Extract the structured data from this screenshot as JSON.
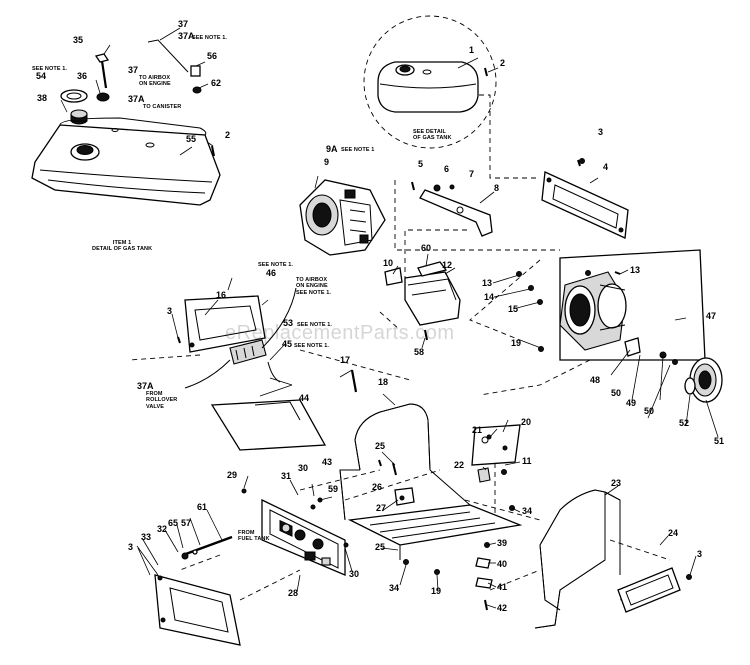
{
  "diagram": {
    "watermark": "eReplacementParts.com",
    "callouts": [
      {
        "id": "c1",
        "text": "1"
      },
      {
        "id": "c2a",
        "text": "2"
      },
      {
        "id": "c2b",
        "text": "2"
      },
      {
        "id": "c3a",
        "text": "3"
      },
      {
        "id": "c3b",
        "text": "3"
      },
      {
        "id": "c3c",
        "text": "3"
      },
      {
        "id": "c3d",
        "text": "3"
      },
      {
        "id": "c4",
        "text": "4"
      },
      {
        "id": "c5",
        "text": "5"
      },
      {
        "id": "c6",
        "text": "6"
      },
      {
        "id": "c7",
        "text": "7"
      },
      {
        "id": "c8",
        "text": "8"
      },
      {
        "id": "c9",
        "text": "9"
      },
      {
        "id": "c9a",
        "text": "9A"
      },
      {
        "id": "c10",
        "text": "10"
      },
      {
        "id": "c11",
        "text": "11"
      },
      {
        "id": "c12",
        "text": "12"
      },
      {
        "id": "c13a",
        "text": "13"
      },
      {
        "id": "c13b",
        "text": "13"
      },
      {
        "id": "c14",
        "text": "14"
      },
      {
        "id": "c15",
        "text": "15"
      },
      {
        "id": "c16",
        "text": "16"
      },
      {
        "id": "c17",
        "text": "17"
      },
      {
        "id": "c18",
        "text": "18"
      },
      {
        "id": "c19a",
        "text": "19"
      },
      {
        "id": "c19b",
        "text": "19"
      },
      {
        "id": "c20",
        "text": "20"
      },
      {
        "id": "c21",
        "text": "21"
      },
      {
        "id": "c22",
        "text": "22"
      },
      {
        "id": "c23",
        "text": "23"
      },
      {
        "id": "c24",
        "text": "24"
      },
      {
        "id": "c25a",
        "text": "25"
      },
      {
        "id": "c25b",
        "text": "25"
      },
      {
        "id": "c26",
        "text": "26"
      },
      {
        "id": "c27",
        "text": "27"
      },
      {
        "id": "c28",
        "text": "28"
      },
      {
        "id": "c29",
        "text": "29"
      },
      {
        "id": "c30a",
        "text": "30"
      },
      {
        "id": "c30b",
        "text": "30"
      },
      {
        "id": "c31",
        "text": "31"
      },
      {
        "id": "c32",
        "text": "32"
      },
      {
        "id": "c33",
        "text": "33"
      },
      {
        "id": "c34a",
        "text": "34"
      },
      {
        "id": "c34b",
        "text": "34"
      },
      {
        "id": "c35",
        "text": "35"
      },
      {
        "id": "c36",
        "text": "36"
      },
      {
        "id": "c37a",
        "text": "37"
      },
      {
        "id": "c37b",
        "text": "37"
      },
      {
        "id": "c37c",
        "text": "37A"
      },
      {
        "id": "c37d",
        "text": "37A"
      },
      {
        "id": "c37e",
        "text": "37A"
      },
      {
        "id": "c38",
        "text": "38"
      },
      {
        "id": "c39",
        "text": "39"
      },
      {
        "id": "c40",
        "text": "40"
      },
      {
        "id": "c41",
        "text": "41"
      },
      {
        "id": "c42",
        "text": "42"
      },
      {
        "id": "c43",
        "text": "43"
      },
      {
        "id": "c44",
        "text": "44"
      },
      {
        "id": "c45",
        "text": "45"
      },
      {
        "id": "c46",
        "text": "46"
      },
      {
        "id": "c47",
        "text": "47"
      },
      {
        "id": "c48",
        "text": "48"
      },
      {
        "id": "c49",
        "text": "49"
      },
      {
        "id": "c50a",
        "text": "50"
      },
      {
        "id": "c50b",
        "text": "50"
      },
      {
        "id": "c51",
        "text": "51"
      },
      {
        "id": "c52",
        "text": "52"
      },
      {
        "id": "c53",
        "text": "53"
      },
      {
        "id": "c54",
        "text": "54"
      },
      {
        "id": "c55",
        "text": "55"
      },
      {
        "id": "c56",
        "text": "56"
      },
      {
        "id": "c57",
        "text": "57"
      },
      {
        "id": "c58",
        "text": "58"
      },
      {
        "id": "c59",
        "text": "59"
      },
      {
        "id": "c60",
        "text": "60"
      },
      {
        "id": "c61",
        "text": "61"
      },
      {
        "id": "c62",
        "text": "62"
      },
      {
        "id": "c65",
        "text": "65"
      }
    ],
    "notes": [
      {
        "id": "n-37a",
        "text": "SEE NOTE 1."
      },
      {
        "id": "n-37-airbox",
        "text": "TO AIRBOX\nON ENGINE"
      },
      {
        "id": "n-37a-canister",
        "text": "TO CANISTER"
      },
      {
        "id": "n-54",
        "text": "SEE NOTE 1."
      },
      {
        "id": "n-detail-gas-tank",
        "text": "SEE DETAIL\nOF GAS TANK"
      },
      {
        "id": "n-item1",
        "text": "ITEM 1\nDETAIL OF GAS TANK"
      },
      {
        "id": "n-9a",
        "text": "SEE NOTE 1"
      },
      {
        "id": "n-46",
        "text": "SEE NOTE 1."
      },
      {
        "id": "n-airbox-right",
        "text": "TO AIRBOX\nON ENGINE\nSEE NOTE 1."
      },
      {
        "id": "n-53",
        "text": "SEE NOTE 1."
      },
      {
        "id": "n-45",
        "text": "SEE NOTE 1."
      },
      {
        "id": "n-rollover",
        "text": "FROM\nROLLOVER\nVALVE"
      },
      {
        "id": "n-fuel-tank",
        "text": "FROM\nFUEL TANK"
      }
    ]
  }
}
